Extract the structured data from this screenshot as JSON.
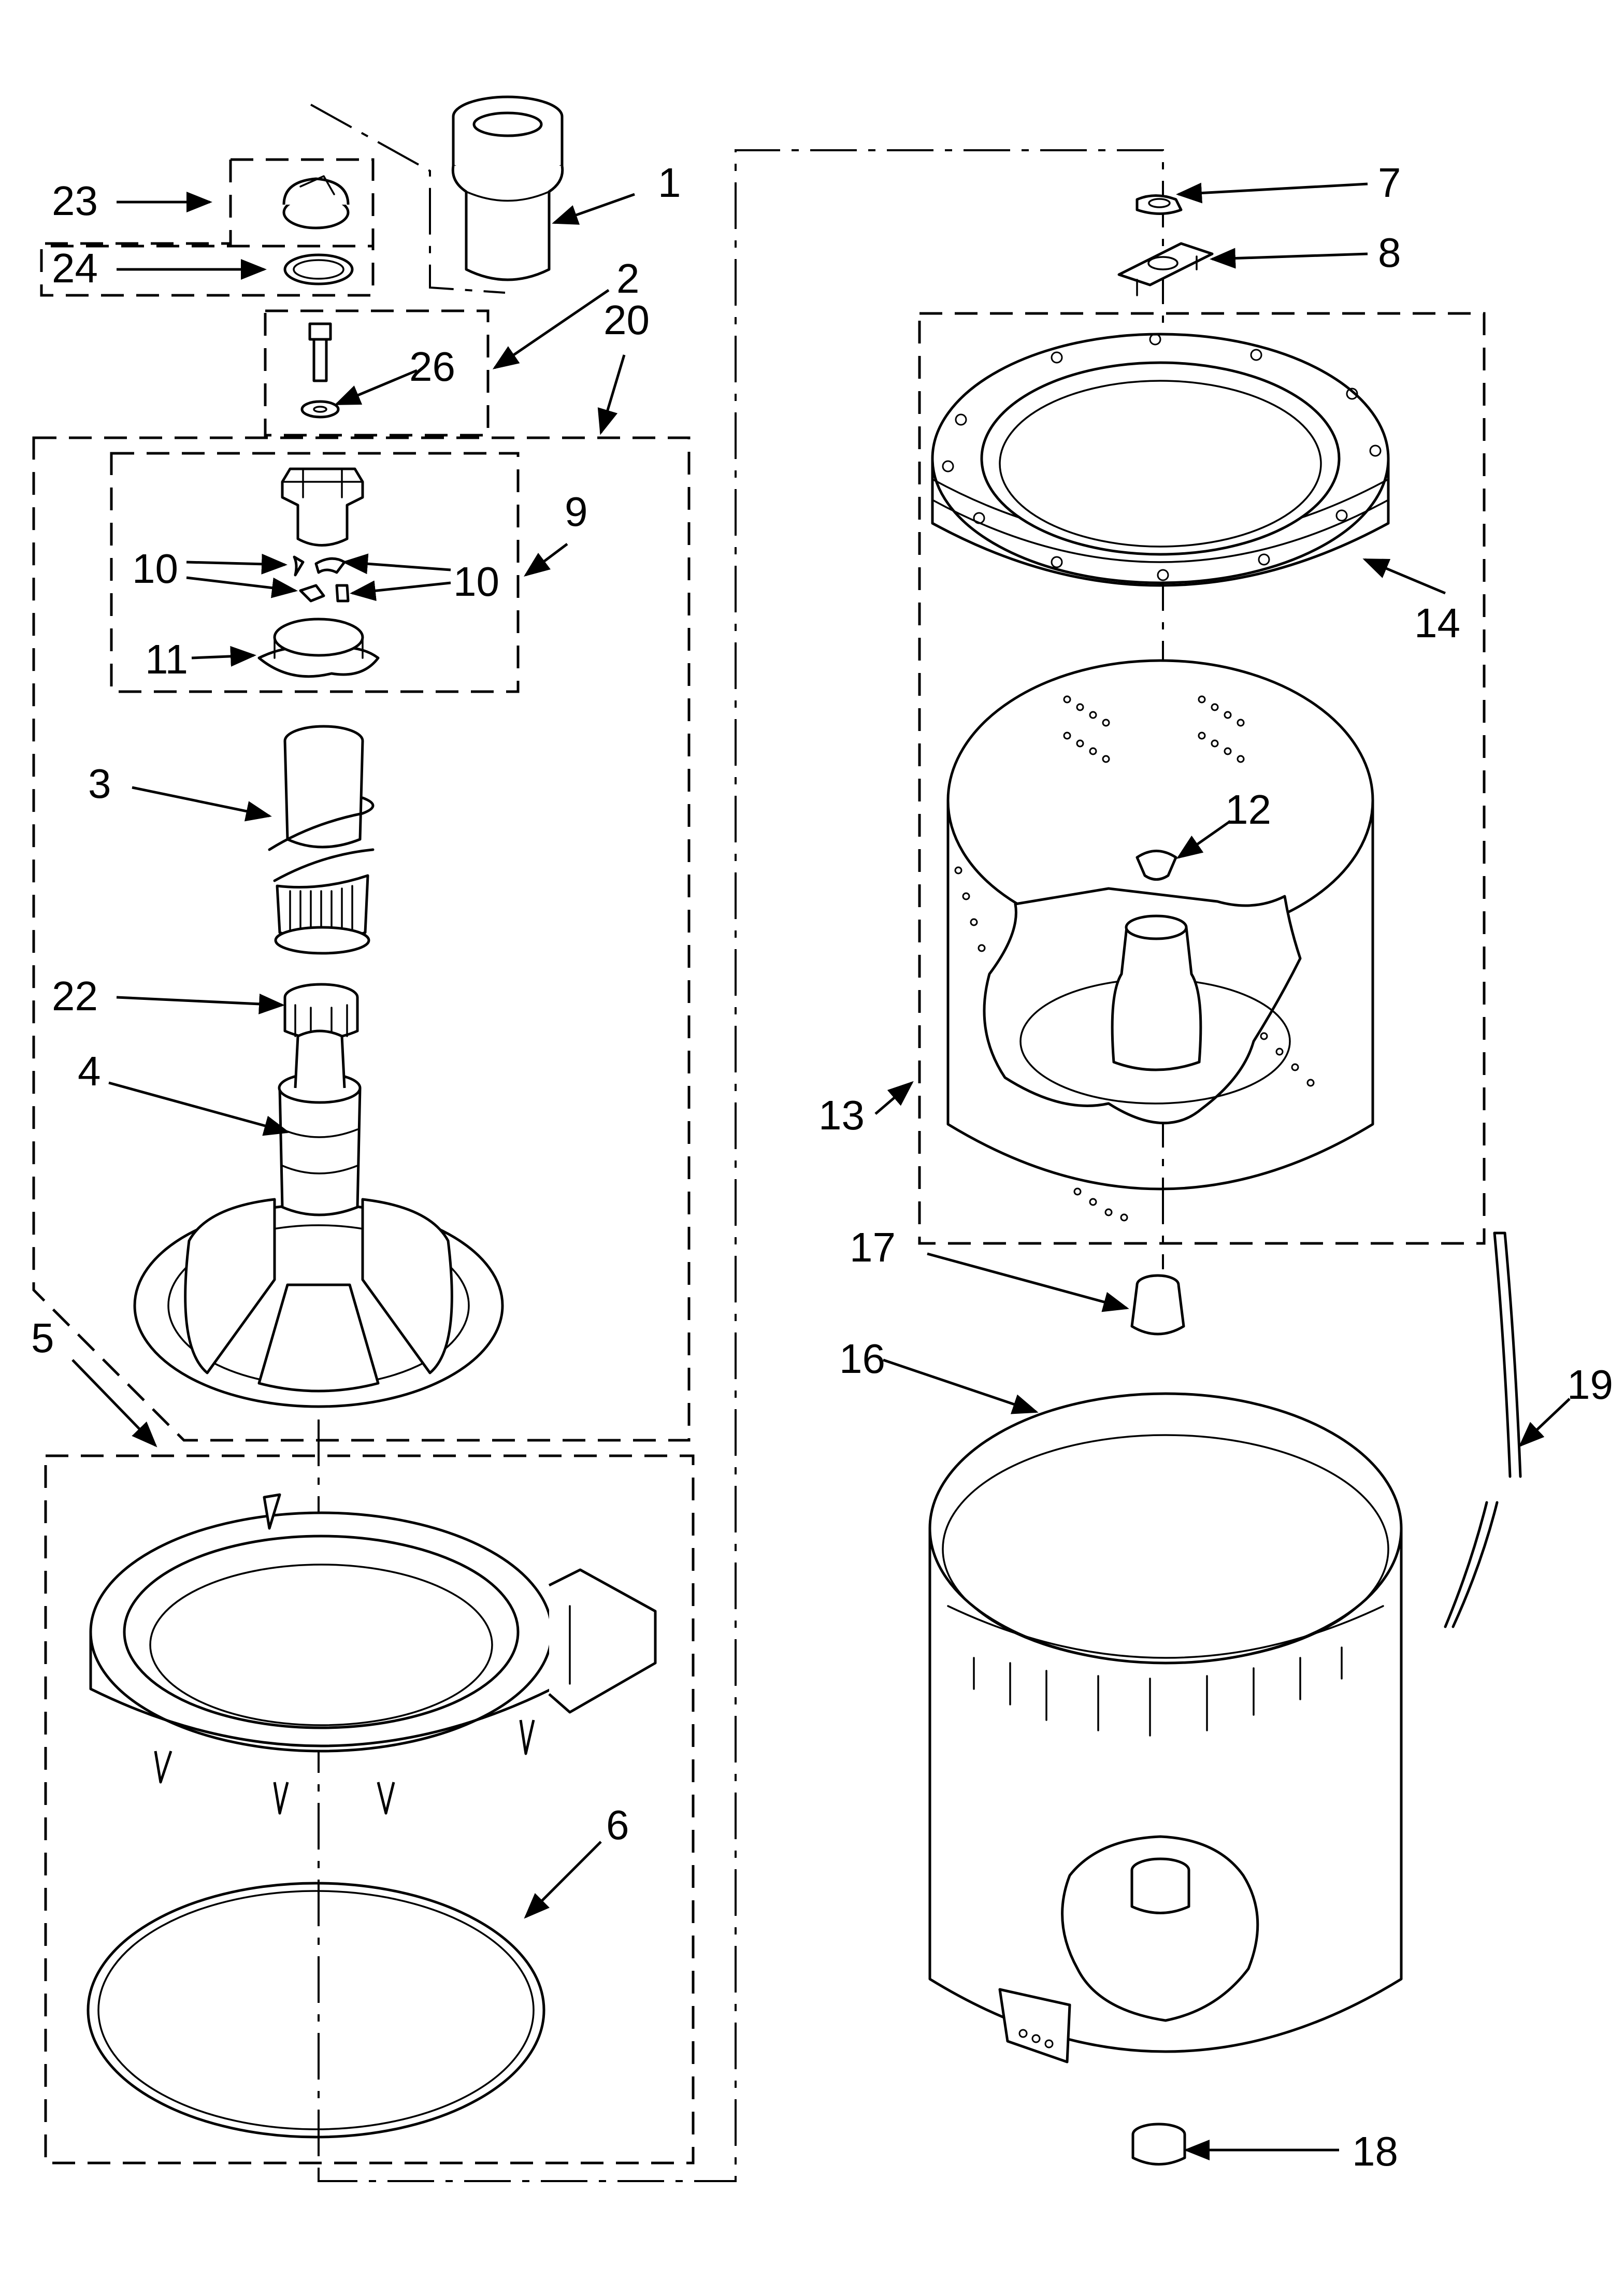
{
  "callouts": {
    "c1": "1",
    "c2": "2",
    "c3": "3",
    "c4": "4",
    "c5": "5",
    "c6": "6",
    "c7": "7",
    "c8": "8",
    "c9": "9",
    "c10a": "10",
    "c10b": "10",
    "c11": "11",
    "c12": "12",
    "c13": "13",
    "c14": "14",
    "c16": "16",
    "c17": "17",
    "c18": "18",
    "c19": "19",
    "c20": "20",
    "c22": "22",
    "c23": "23",
    "c24": "24",
    "c26": "26"
  }
}
